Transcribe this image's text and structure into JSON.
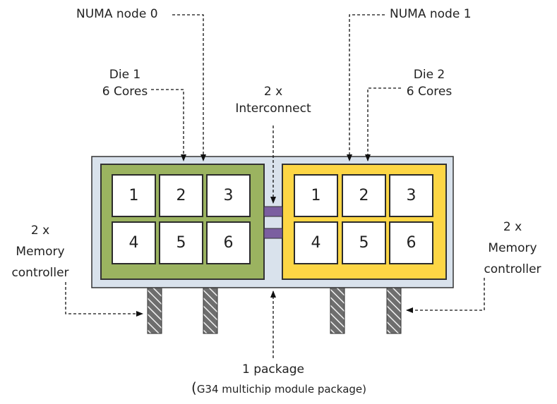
{
  "labels": {
    "numa0": "NUMA node 0",
    "numa1": "NUMA node 1",
    "die1_line1": "Die 1",
    "die1_line2": "6 Cores",
    "die2_line1": "Die 2",
    "die2_line2": "6 Cores",
    "interconnect_line1": "2 x",
    "interconnect_line2": "Interconnect",
    "memleft_line1": "2 x",
    "memleft_line2": "Memory",
    "memleft_line3": "controller",
    "memright_line1": "2 x",
    "memright_line2": "Memory",
    "memright_line3": "controller",
    "package_line1": "1 package",
    "package_line2_paren_open": "(",
    "package_line2_text": "G34 multichip module package)"
  },
  "die1": {
    "cores": [
      "1",
      "2",
      "3",
      "4",
      "5",
      "6"
    ],
    "color": "#9bb360"
  },
  "die2": {
    "cores": [
      "1",
      "2",
      "3",
      "4",
      "5",
      "6"
    ],
    "color": "#fdd645"
  },
  "colors": {
    "package": "#d9e2ec",
    "interconnect": "#7b5fa0",
    "memory_pin": "#6e6e6e"
  }
}
